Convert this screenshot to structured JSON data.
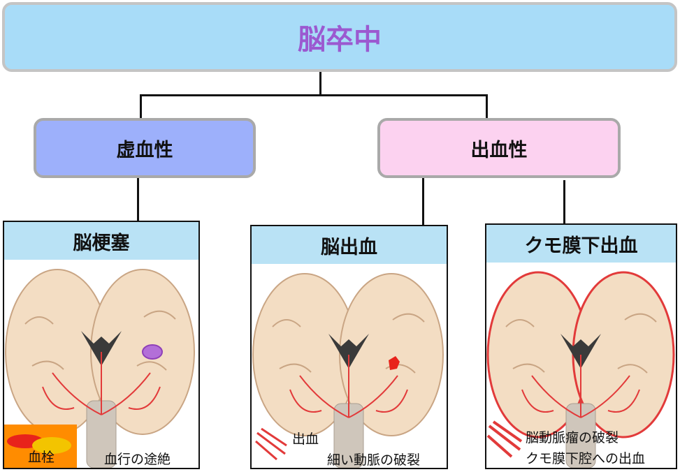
{
  "title": {
    "text": "脳卒中",
    "color": "#9b59d0"
  },
  "categories": {
    "ischemic": {
      "label": "虚血性",
      "color": "#9db0fb"
    },
    "hemorrhagic": {
      "label": "出血性",
      "color": "#fcd2f0"
    }
  },
  "panels": {
    "infarction": {
      "title": "脳梗塞",
      "legend_label": "血栓",
      "caption": "血行の途絶"
    },
    "intracerebral": {
      "title": "脳出血",
      "bleed_label": "出血",
      "caption": "細い動脈の破裂"
    },
    "subarachnoid": {
      "title": "クモ膜下出血",
      "caption_line1": "脳動脈瘤の破裂",
      "caption_line2": "クモ膜下腔への出血"
    }
  },
  "colors": {
    "brain": "#f3ddc3",
    "brain_outline": "#c9a584",
    "artery": "#e23a3a",
    "ventricle": "#3a3a3a",
    "stem": "#cfc6bb",
    "clot": "#b36fd8"
  }
}
